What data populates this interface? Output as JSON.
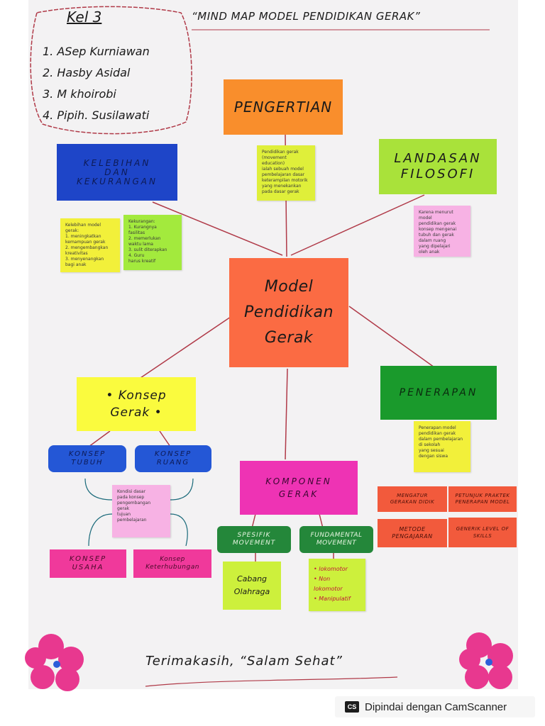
{
  "poster": {
    "title": "“MIND MAP MODEL PENDIDIKAN GERAK”",
    "group": {
      "heading": "Kel 3",
      "members": [
        "1. ASep Kurniawan",
        "2. Hasby Asidal",
        "3. M khoirobi",
        "4. Pipih. Susilawati"
      ]
    },
    "center": [
      "Model",
      "Pendidikan",
      "Gerak"
    ],
    "pengertian": {
      "label": "PENGERTIAN",
      "note": [
        "Pendidikan gerak",
        "(movement education)",
        "ialah sebuah model",
        "pembelajaran dasar",
        "keterampilan motorik",
        "yang menekankan",
        "pada dasar gerak"
      ]
    },
    "kelebihan": {
      "label": [
        "KELEBIHAN",
        "DAN",
        "KEKURANGAN"
      ],
      "note_left": [
        "Kelebihan model",
        "gerak:",
        "1. meningkatkan",
        "kemampuan gerak",
        "2. mengembangkan",
        "kreativitas",
        "3. menyenangkan",
        "bagi anak"
      ],
      "note_right": [
        "Kekurangan:",
        "1. Kurangnya",
        "fasilitas",
        "2. memerlukan",
        "waktu lama",
        "3. sulit diterapkan",
        "4. Guru",
        "harus kreatif"
      ]
    },
    "landasan": {
      "label": [
        "LANDASAN",
        "FILOSOFI"
      ],
      "note": [
        "Karena menurut model",
        "pendidikan gerak",
        "konsep mengenai",
        "tubuh dan gerak",
        "dalam ruang",
        "yang dipelajari",
        "oleh anak"
      ]
    },
    "konsep_gerak": {
      "label": [
        "• Konsep",
        "Gerak •"
      ]
    },
    "konsep_tubuh": "KONSEP TUBUH",
    "konsep_ruang": "KONSEP RUANG",
    "konsep_note": [
      "Kondisi dasar",
      "pada konsep",
      "pengembangan",
      "gerak",
      "tujuan",
      "pembelajaran"
    ],
    "konsep_usaha": "KONSEP USAHA",
    "konsep_keterhubungan": "Konsep Keterhubungan",
    "penerapan": {
      "label": "PENERAPAN",
      "note": [
        "Penerapan model",
        "pendidikan gerak",
        "dalam pembelajaran",
        "di sekolah",
        "yang sesuai",
        "dengan siswa"
      ]
    },
    "komponen": {
      "label": [
        "KOMPONEN",
        "GERAK"
      ]
    },
    "spesifik": {
      "label": [
        "SPESIFIK",
        "MOVEMENT"
      ],
      "note": [
        "Cabang",
        "Olahraga"
      ]
    },
    "fundamental": {
      "label": [
        "FUNDAMENTAL",
        "MOVEMENT"
      ],
      "note": [
        "• lokomotor",
        "• Non lokomotor",
        "• Manipulatif"
      ]
    },
    "red_labels": [
      "MENGATUR GERAKAN DIDIK",
      "PETUNJUK PRAKTEK PENERAPAN MODEL",
      "METODE PENGAJARAN",
      "GENERIK LEVEL OF SKILLS"
    ],
    "thanks": "Terimakasih, “Salam Sehat”",
    "scanner": {
      "text": "Dipindai dengan CamScanner",
      "badge": "CS"
    }
  }
}
